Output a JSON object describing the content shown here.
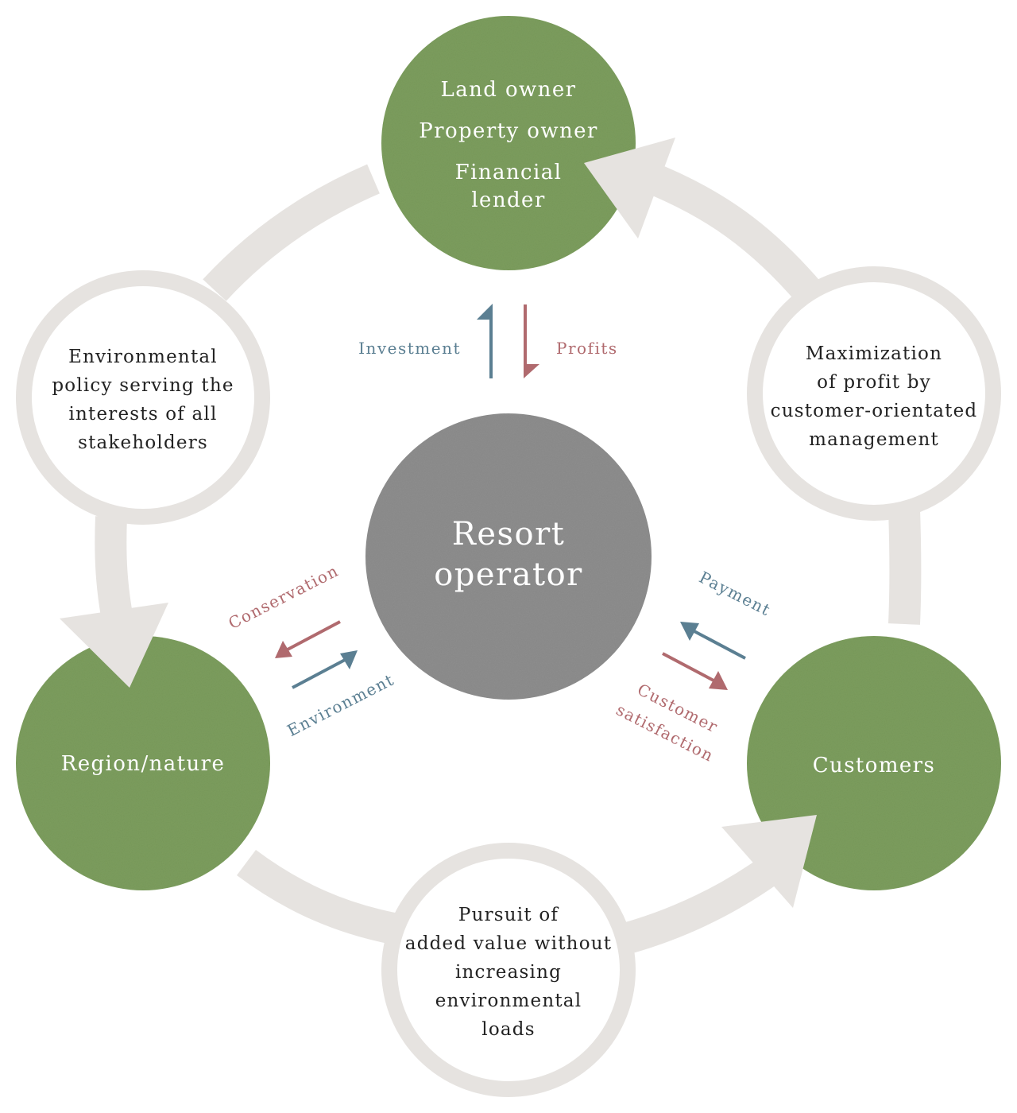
{
  "colors": {
    "green_node": "#7e9f5f",
    "center_node": "#8f8f8f",
    "ring": "#e6e3e0",
    "blue_flow": "#5b7f92",
    "red_flow": "#b06a6e",
    "text_dark": "#222222"
  },
  "center": {
    "line1": "Resort",
    "line2": "operator"
  },
  "owner": {
    "line1": "Land owner",
    "line2": "Property owner",
    "line3": "Financial",
    "line4": "lender"
  },
  "region": {
    "label": "Region/nature"
  },
  "customers": {
    "label": "Customers"
  },
  "policy": {
    "line1": "Environmental",
    "line2": "policy serving the",
    "line3": "interests of all",
    "line4": "stakeholders"
  },
  "maximization": {
    "line1": "Maximization",
    "line2": "of profit by",
    "line3": "customer-orientated",
    "line4": "management"
  },
  "pursuit": {
    "line1": "Pursuit of",
    "line2": "added value without",
    "line3": "increasing",
    "line4": "environmental",
    "line5": "loads"
  },
  "flows": {
    "investment": "Investment",
    "profits": "Profits",
    "conservation": "Conservation",
    "environment": "Environment",
    "payment": "Payment",
    "customer_satisfaction_1": "Customer",
    "customer_satisfaction_2": "satisfaction"
  }
}
